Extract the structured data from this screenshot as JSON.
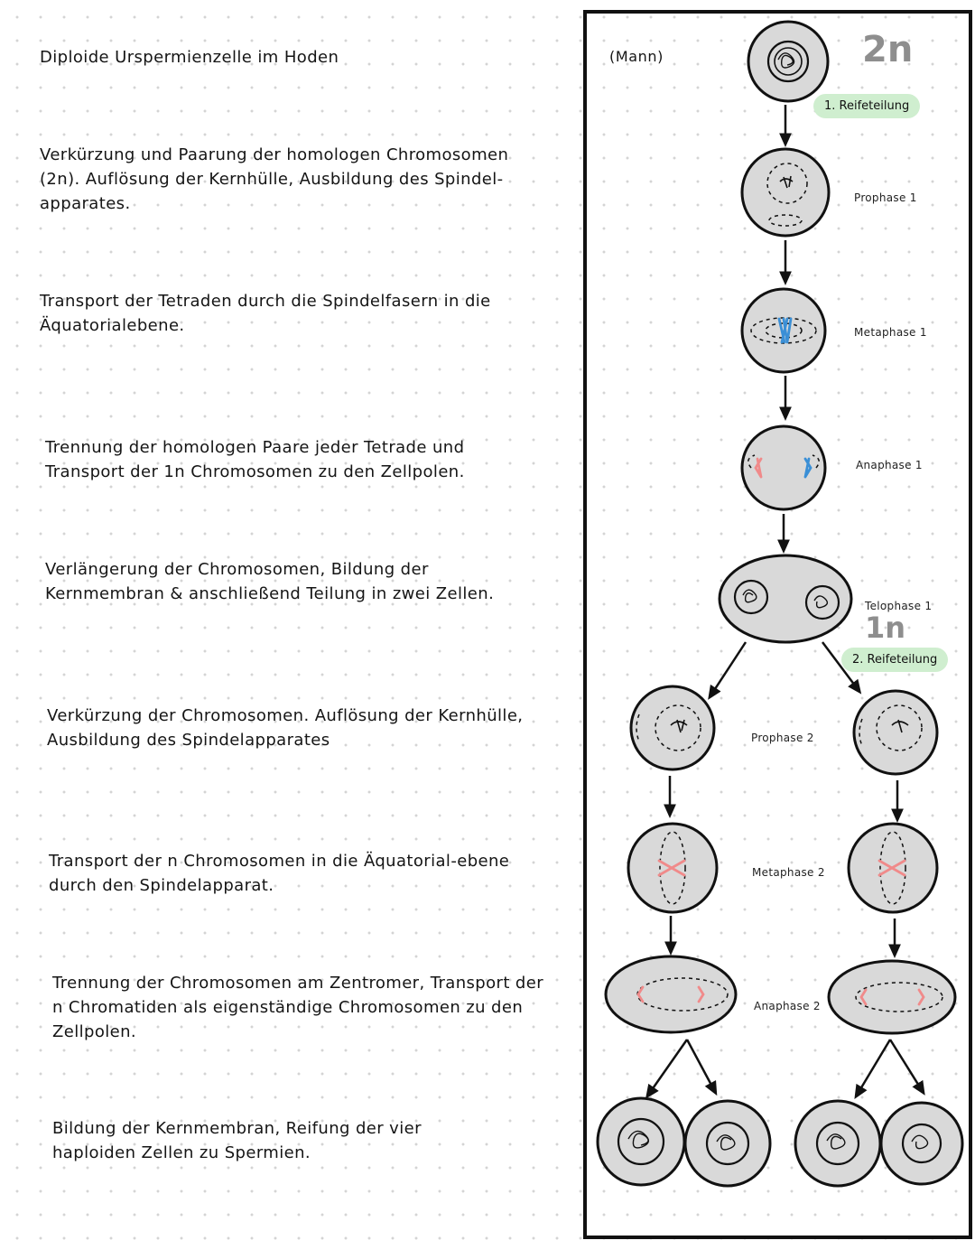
{
  "descriptions": {
    "d1": "Diploide Urspermienzelle im Hoden",
    "d2": "Verkürzung und Paarung der homologen Chromosomen (2n). Auflösung der Kernhülle, Ausbildung des Spindel-apparates.",
    "d3": "Transport der Tetraden durch die Spindelfasern in die Äquatorialebene.",
    "d4": "Trennung der homologen Paare jeder Tetrade und Transport der 1n Chromosomen zu den Zellpolen.",
    "d5": "Verlängerung der Chromosomen, Bildung der Kernmembran & anschließend Teilung in zwei Zellen.",
    "d6": "Verkürzung der Chromosomen. Auflösung der Kernhülle, Ausbildung des Spindelapparates",
    "d7": "Transport der n Chromosomen in die Äquatorial-ebene durch den Spindelapparat.",
    "d8": "Trennung der Chromosomen am Zentromer, Transport der n Chromatiden als eigenständige Chromosomen zu den Zellpolen.",
    "d9": "Bildung der Kernmembran, Reifung der vier haploiden Zellen zu Spermien."
  },
  "diagram": {
    "gender_label": "(Mann)",
    "ploidy_start": "2n",
    "ploidy_after": "1n",
    "division_1": "1. Reifeteilung",
    "division_2": "2. Reifeteilung",
    "phases": {
      "prophase1": "Prophase 1",
      "metaphase1": "Metaphase 1",
      "anaphase1": "Anaphase 1",
      "telophase1": "Telophase 1",
      "prophase2": "Prophase 2",
      "metaphase2": "Metaphase 2",
      "anaphase2": "Anaphase 2"
    }
  },
  "colors": {
    "cell_fill": "#d9d9d9",
    "highlight_pill": "#cfeecf",
    "chromosome_blue": "#3a8fd6",
    "chromosome_pink": "#f08a8a",
    "ploidy_gray": "#8e8e8e"
  }
}
